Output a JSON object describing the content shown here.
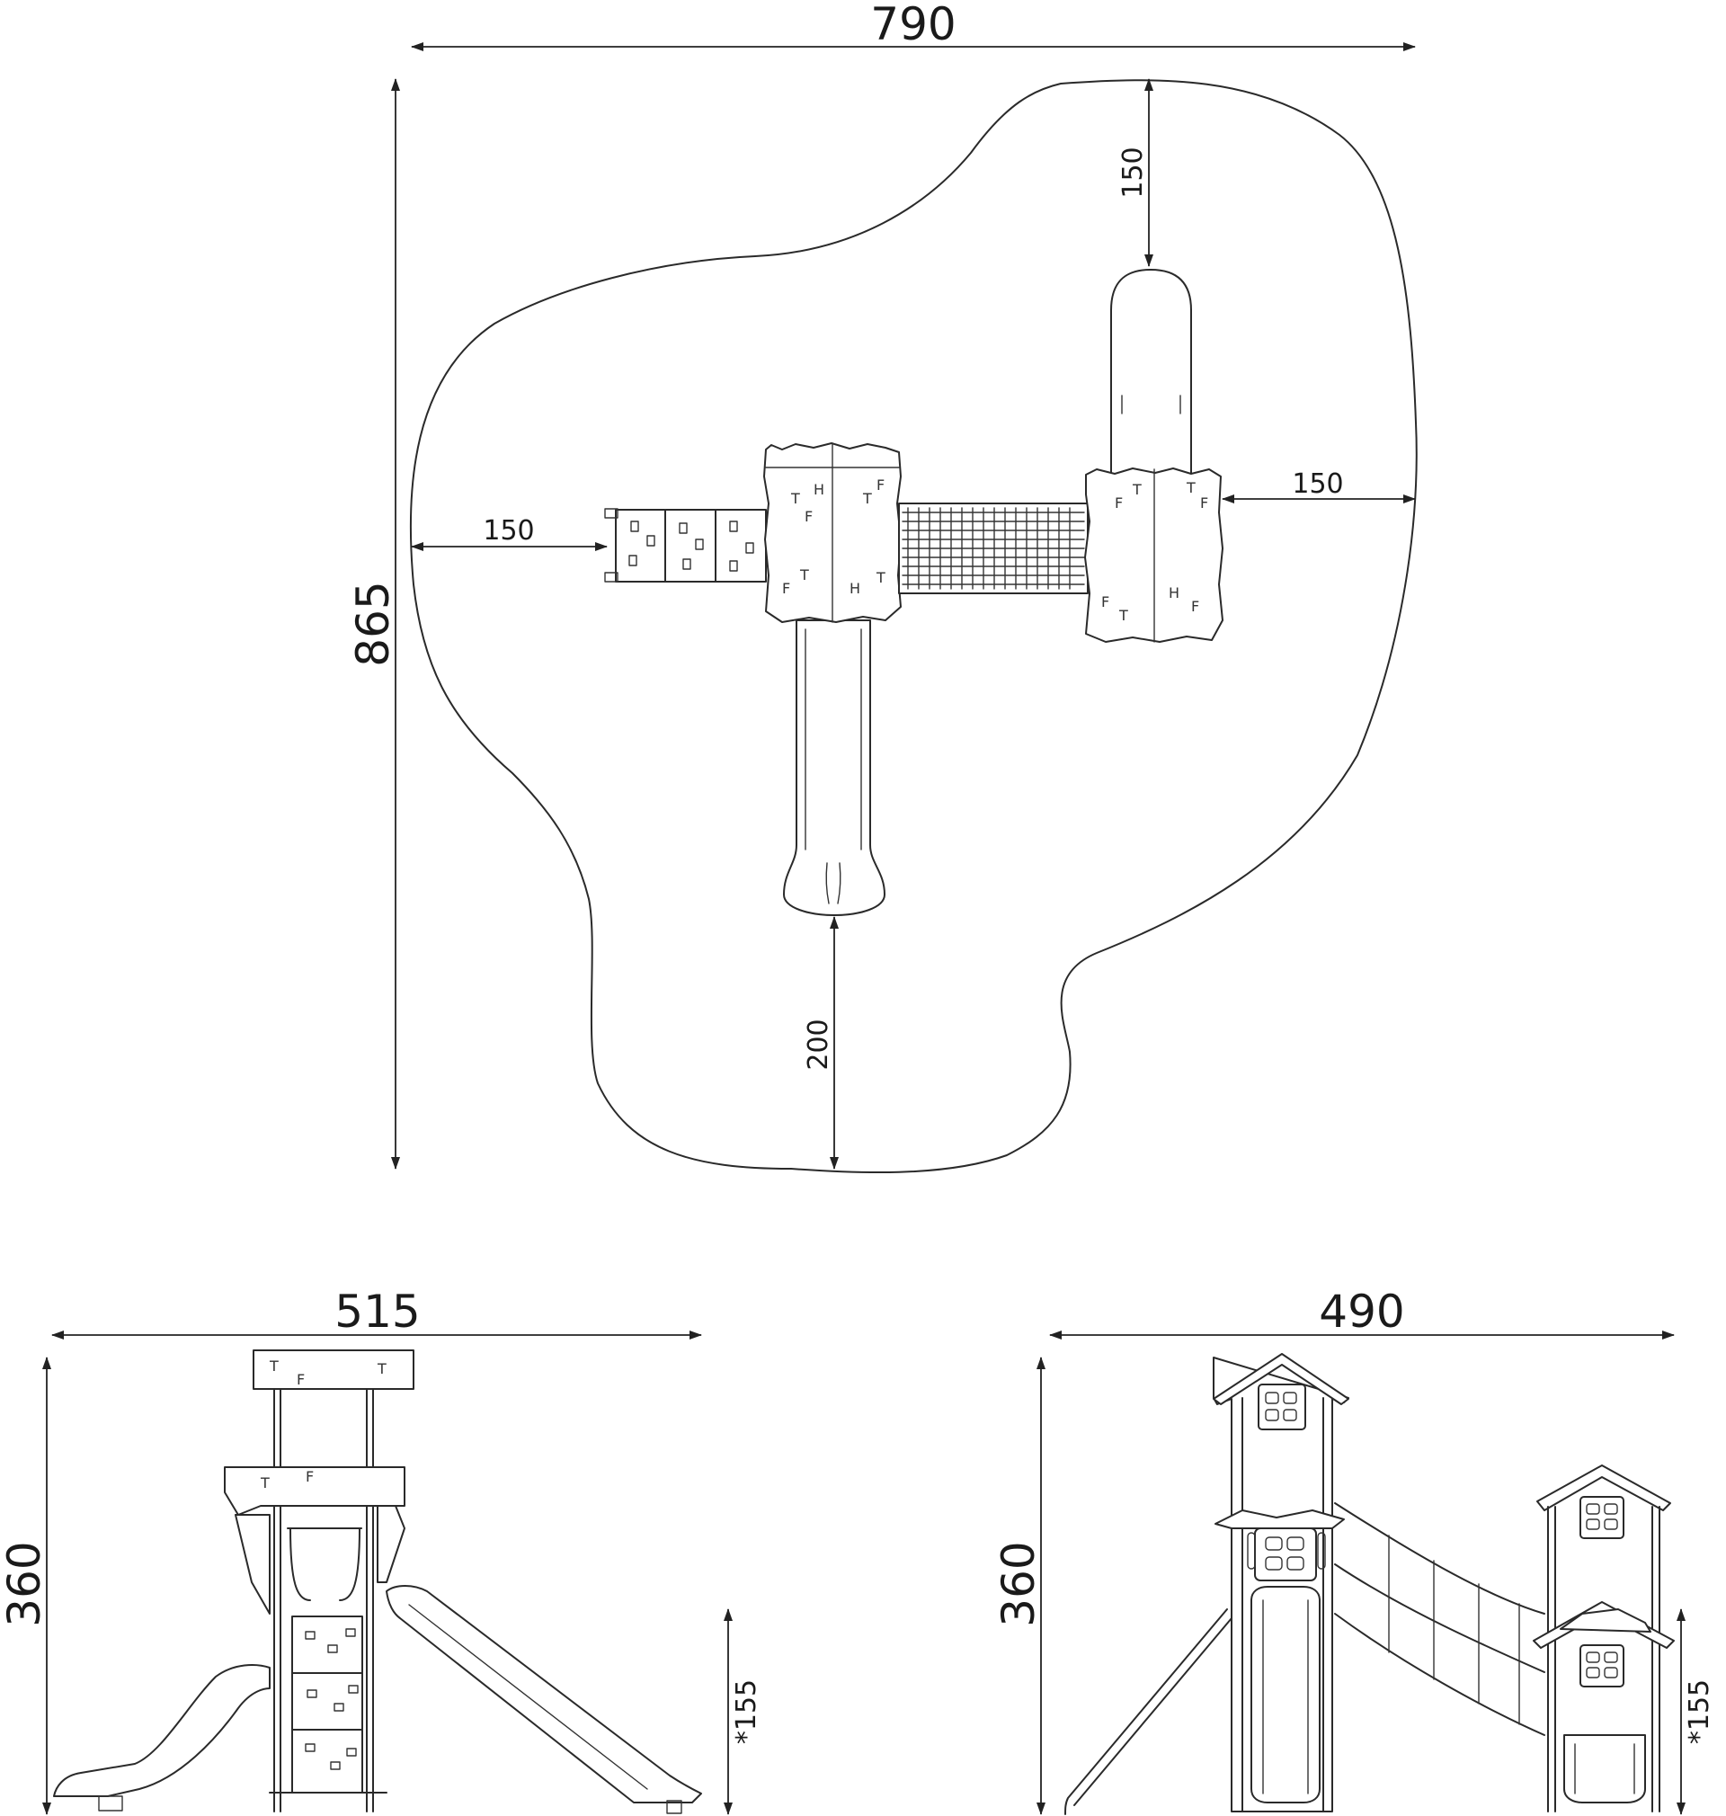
{
  "plan": {
    "width_label": "790",
    "height_label": "865",
    "top_clearance": "150",
    "right_clearance": "150",
    "left_clearance": "150",
    "bottom_clearance": "200"
  },
  "side_view": {
    "width_label": "515",
    "height_label": "360",
    "platform_height": "*155"
  },
  "front_view": {
    "width_label": "490",
    "height_label": "360",
    "platform_height": "*155"
  },
  "panel_marks": {
    "t": "T",
    "f": "F",
    "h": "H"
  }
}
